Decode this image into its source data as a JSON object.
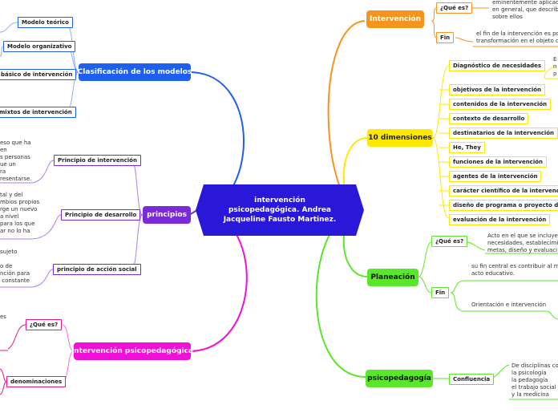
{
  "center": {
    "title": "intervención psicopedagógica. Andrea Jacqueline Fausto Martinez."
  },
  "left_top": {
    "title": "Clasificación de los modelos",
    "items": [
      "Modelo teórico",
      "Modelo organizativo",
      "básico de intervención",
      "mixtos  de intervención"
    ]
  },
  "principios": {
    "title": "principios",
    "items": [
      "Principio de intervención",
      "Principio de desarrollo",
      "principio de acción social"
    ],
    "texts": [
      "eso que ha\nen\ns personas\nue un\nra\nresentarse.",
      "tal y del\nmbios propios\nrge un nuevo\na nivel\npara los que\nar no lo ha",
      "sujeto\n\no de\nnción para\n constante"
    ]
  },
  "interv_left": {
    "title": "intervención psicopedagógica",
    "items": [
      "¿Qué es?",
      "denominaciones"
    ],
    "text": "es"
  },
  "intervencion": {
    "title": "Intervención",
    "items": [
      "¿Qué es?",
      "Fin"
    ],
    "que_es_text": "eminentemente aplicad\nen general, que describ\nsobre ellos",
    "fin_text": "el fin de la intervención es po\ntransformación en el objeto d"
  },
  "dimensiones": {
    "title": "10 dimensiones",
    "items": [
      "Diagnóstico de necesidades",
      "objetivos de la intervención",
      "contenidos de la intervención",
      "contexto de desarrollo",
      "destinatarios de la intervención",
      "He, They",
      "funciones de la intervención",
      "agentes de la intervención",
      "carácter científico de la intervención",
      "diseño de programa o proyecto de intervención",
      "evaluación de la intervención"
    ],
    "diag_text": "E\nn\np"
  },
  "planeacion": {
    "title": "Planeación",
    "items": [
      "¿Qué es?",
      "Fin"
    ],
    "que_es_text": "Acto en el que se incluye\nnecesidades, establecimi\nmetas, diseño y evaluaci",
    "fin_text1": "su fin central es contribuir al m\nacto educativo.",
    "fin_text2": "Orientación e intervención"
  },
  "psicopedagogia": {
    "title": "psicopedagogía",
    "items": [
      "Confluencia"
    ],
    "text": "De disciplinas co\nla psicología\nla pedagogía\nel trabajo social\ny la medicina"
  },
  "colors": {
    "orange": "#f7941d",
    "yellow": "#ffe800",
    "green": "#5ae62b",
    "magenta": "#f010d8",
    "blue": "#1f5ff0",
    "purple": "#7a2ad8",
    "center": "#2a18d8",
    "pink": "#e8188c"
  }
}
